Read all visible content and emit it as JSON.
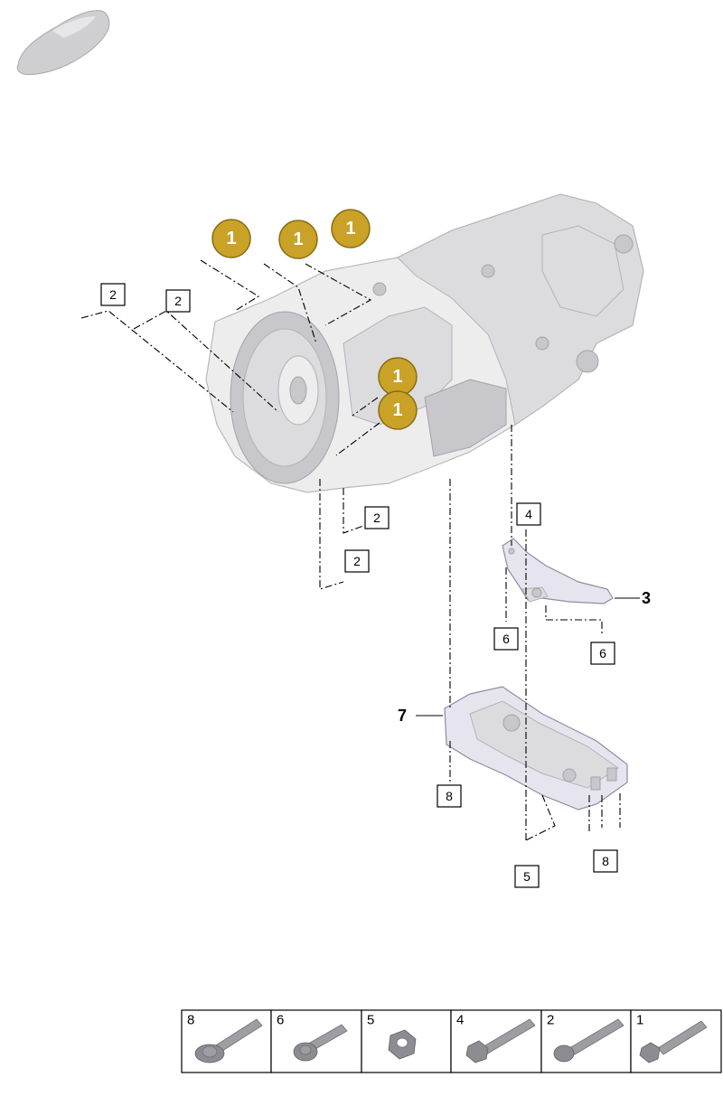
{
  "callouts": {
    "gold": [
      "1",
      "1",
      "1",
      "1",
      "1"
    ],
    "boxed": [
      "2",
      "2",
      "2",
      "2",
      "4",
      "6",
      "6",
      "8",
      "5",
      "8"
    ],
    "bold": [
      "3",
      "7"
    ]
  },
  "hardware_table": {
    "cells": [
      {
        "number": "8",
        "icon": "flange-bolt-long-icon"
      },
      {
        "number": "6",
        "icon": "spline-bolt-icon"
      },
      {
        "number": "5",
        "icon": "hex-nut-icon"
      },
      {
        "number": "4",
        "icon": "hex-bolt-long-icon"
      },
      {
        "number": "2",
        "icon": "spline-bolt-long-icon"
      },
      {
        "number": "1",
        "icon": "hex-bolt-short-icon"
      }
    ]
  },
  "colors": {
    "gold_marker": "#c9a227",
    "part_grey": "#ededee",
    "bracket_lilac": "#e6e4ee"
  },
  "icons": {
    "vehicle": "car-silhouette-icon"
  }
}
